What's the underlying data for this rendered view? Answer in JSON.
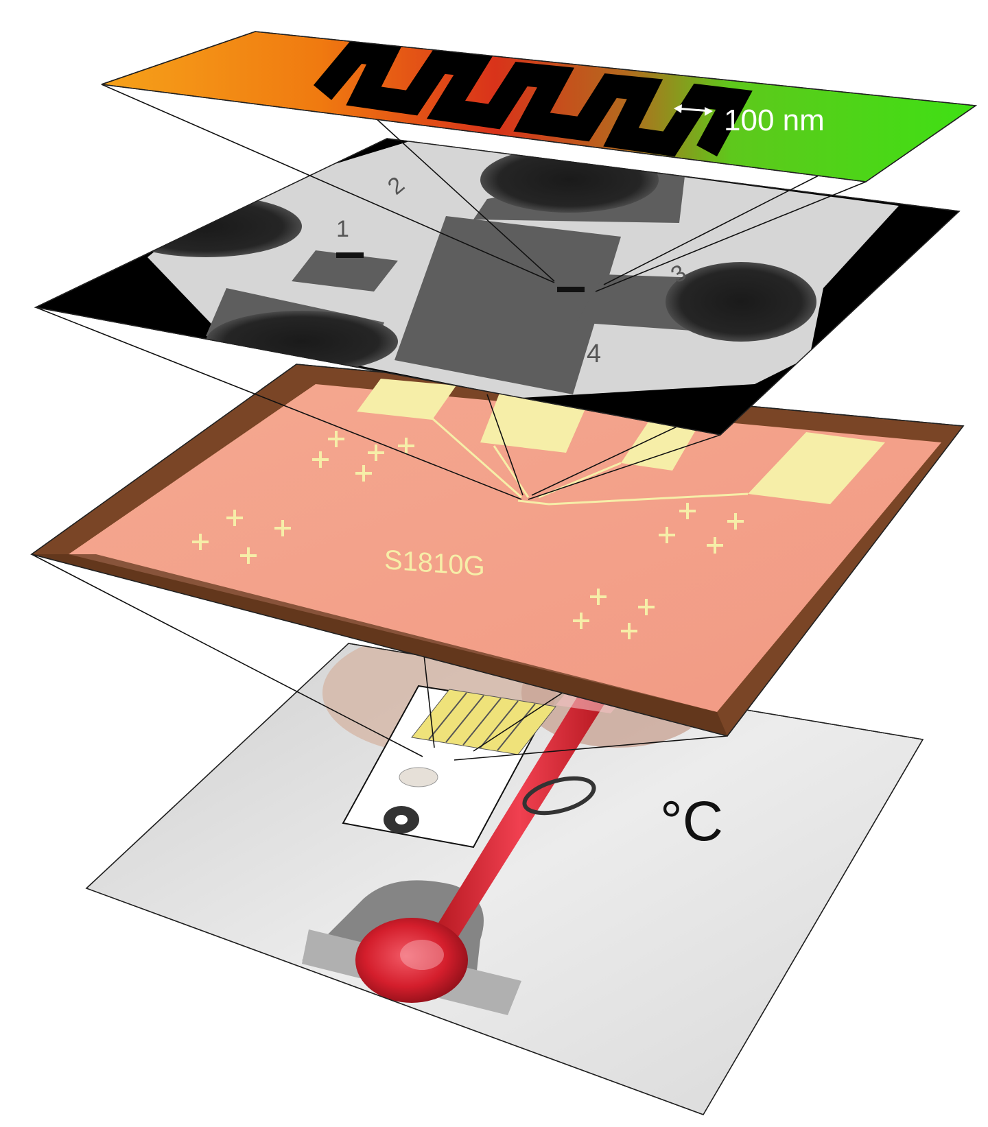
{
  "labels": {
    "scale_bar": "100 nm",
    "celsius_symbol": "°C",
    "chip_marking": "S1810G",
    "pad_numbers": [
      "1",
      "2",
      "3",
      "4"
    ]
  },
  "layers": [
    {
      "name": "thermometer-photo",
      "description_color": "#e8e8e8"
    },
    {
      "name": "optical-chip",
      "description_color": "#f2a88c"
    },
    {
      "name": "sem-micrograph",
      "description_color": "#9a9a9a"
    },
    {
      "name": "thermal-map",
      "description_color": "#f07a10"
    }
  ],
  "colors": {
    "thermal_hot": "#f08a12",
    "thermal_mid": "#d93b14",
    "thermal_cool": "#3fe014",
    "chip_bg": "#f4a58e",
    "chip_frame": "#7a4526",
    "gold_pad": "#f3ec9c",
    "sem_bright": "#d9d9d9",
    "sem_dark": "#5b5b5b",
    "mercury_red": "#d8202a"
  }
}
